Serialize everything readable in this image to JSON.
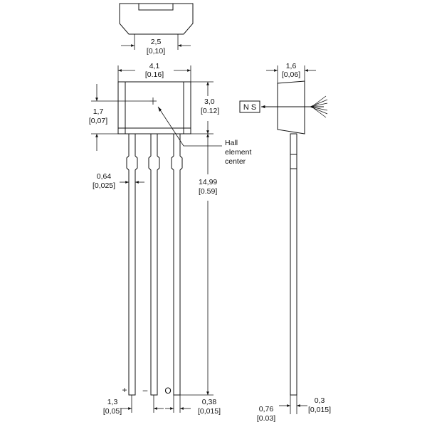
{
  "dimensions": {
    "top_width": {
      "value": "2,5",
      "inch": "[0,10]"
    },
    "body_width": {
      "value": "4,1",
      "inch": "[0.16]"
    },
    "body_height": {
      "value": "3,0",
      "inch": "[0.12]"
    },
    "hall_offset": {
      "value": "1,7",
      "inch": "[0,07]"
    },
    "lead_width": {
      "value": "0,64",
      "inch": "[0,025]"
    },
    "lead_length": {
      "value": "14,99",
      "inch": "[0.59]"
    },
    "pitch": {
      "value": "1,3",
      "inch": "[0,05]"
    },
    "lead_gap": {
      "value": "0,38",
      "inch": "[0,015]"
    },
    "side_thickness": {
      "value": "1,6",
      "inch": "[0,06]"
    },
    "side_lead_bottom": {
      "value": "0,76",
      "inch": "[0.03]"
    },
    "side_lead_thickness": {
      "value": "0,3",
      "inch": "[0,015]"
    }
  },
  "callout": {
    "line1": "Hall",
    "line2": "element",
    "line3": "center"
  },
  "magnet": {
    "label": "N S"
  },
  "pins": {
    "plus": "+",
    "minus": "–",
    "out": "O"
  },
  "colors": {
    "line": "#111111",
    "background": "#ffffff"
  }
}
